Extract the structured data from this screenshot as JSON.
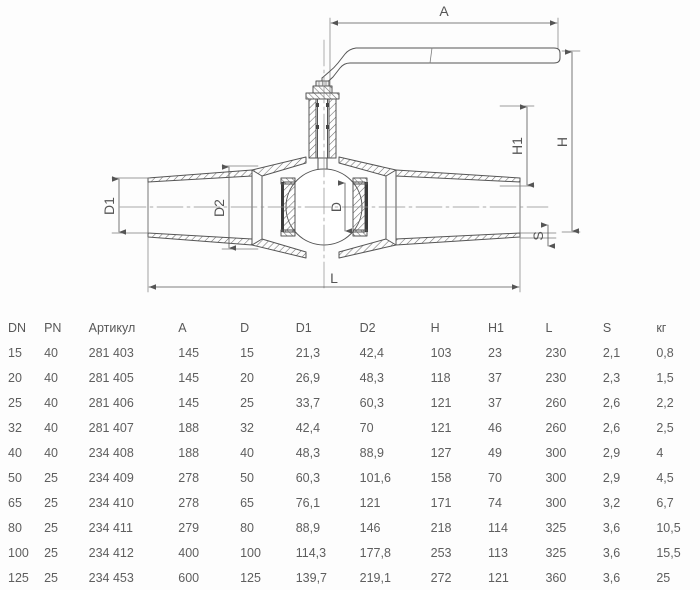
{
  "drawing": {
    "dimension_labels": {
      "a": "A",
      "d": "D",
      "d1": "D1",
      "d2": "D2",
      "h": "H",
      "h1": "H1",
      "l": "L",
      "s": "S"
    }
  },
  "table": {
    "headers": [
      "DN",
      "PN",
      "Артикул",
      "A",
      "D",
      "D1",
      "D2",
      "H",
      "H1",
      "L",
      "S",
      "кг"
    ],
    "rows": [
      [
        "15",
        "40",
        "281 403",
        "145",
        "15",
        "21,3",
        "42,4",
        "103",
        "23",
        "230",
        "2,1",
        "0,8"
      ],
      [
        "20",
        "40",
        "281 405",
        "145",
        "20",
        "26,9",
        "48,3",
        "118",
        "37",
        "230",
        "2,3",
        "1,5"
      ],
      [
        "25",
        "40",
        "281 406",
        "145",
        "25",
        "33,7",
        "60,3",
        "121",
        "37",
        "260",
        "2,6",
        "2,2"
      ],
      [
        "32",
        "40",
        "281 407",
        "188",
        "32",
        "42,4",
        "70",
        "121",
        "46",
        "260",
        "2,6",
        "2,5"
      ],
      [
        "40",
        "40",
        "234 408",
        "188",
        "40",
        "48,3",
        "88,9",
        "127",
        "49",
        "300",
        "2,9",
        "4"
      ],
      [
        "50",
        "25",
        "234 409",
        "278",
        "50",
        "60,3",
        "101,6",
        "158",
        "70",
        "300",
        "2,9",
        "4,5"
      ],
      [
        "65",
        "25",
        "234 410",
        "278",
        "65",
        "76,1",
        "121",
        "171",
        "74",
        "300",
        "3,2",
        "6,7"
      ],
      [
        "80",
        "25",
        "234 411",
        "279",
        "80",
        "88,9",
        "146",
        "218",
        "114",
        "325",
        "3,6",
        "10,5"
      ],
      [
        "100",
        "25",
        "234 412",
        "400",
        "100",
        "114,3",
        "177,8",
        "253",
        "113",
        "325",
        "3,6",
        "15,5"
      ],
      [
        "125",
        "25",
        "234 453",
        "600",
        "125",
        "139,7",
        "219,1",
        "272",
        "121",
        "360",
        "3,6",
        "25"
      ]
    ]
  },
  "colors": {
    "line": "#555555",
    "text": "#5e5e5e",
    "background": "#fdfdfd"
  }
}
